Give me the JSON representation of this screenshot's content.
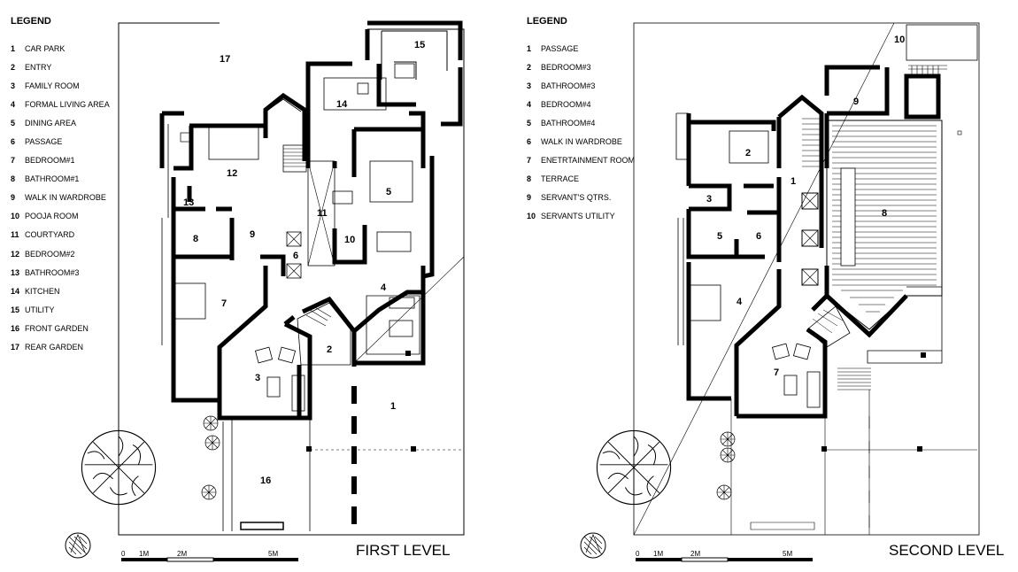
{
  "first_level": {
    "legend_title": "LEGEND",
    "legend": [
      {
        "num": "1",
        "label": "CAR PARK"
      },
      {
        "num": "2",
        "label": "ENTRY"
      },
      {
        "num": "3",
        "label": "FAMILY ROOM"
      },
      {
        "num": "4",
        "label": "FORMAL LIVING AREA"
      },
      {
        "num": "5",
        "label": "DINING AREA"
      },
      {
        "num": "6",
        "label": "PASSAGE"
      },
      {
        "num": "7",
        "label": "BEDROOM#1"
      },
      {
        "num": "8",
        "label": "BATHROOM#1"
      },
      {
        "num": "9",
        "label": "WALK IN WARDROBE"
      },
      {
        "num": "10",
        "label": "POOJA ROOM"
      },
      {
        "num": "11",
        "label": "COURTYARD"
      },
      {
        "num": "12",
        "label": "BEDROOM#2"
      },
      {
        "num": "13",
        "label": "BATHROOM#3"
      },
      {
        "num": "14",
        "label": "KITCHEN"
      },
      {
        "num": "15",
        "label": "UTILITY"
      },
      {
        "num": "16",
        "label": "FRONT  GARDEN"
      },
      {
        "num": "17",
        "label": "REAR GARDEN"
      }
    ],
    "title": "FIRST LEVEL",
    "scale": [
      "0",
      "1M",
      "2M",
      "5M"
    ],
    "room_labels": [
      "1",
      "2",
      "3",
      "4",
      "5",
      "6",
      "7",
      "8",
      "9",
      "10",
      "11",
      "12",
      "13",
      "14",
      "15",
      "16",
      "17"
    ]
  },
  "second_level": {
    "legend_title": "LEGEND",
    "legend": [
      {
        "num": "1",
        "label": "PASSAGE"
      },
      {
        "num": "2",
        "label": "BEDROOM#3"
      },
      {
        "num": "3",
        "label": "BATHROOM#3"
      },
      {
        "num": "4",
        "label": "BEDROOM#4"
      },
      {
        "num": "5",
        "label": "BATHROOM#4"
      },
      {
        "num": "6",
        "label": "WALK IN WARDROBE"
      },
      {
        "num": "7",
        "label": "ENETRTAINMENT ROOM"
      },
      {
        "num": "8",
        "label": "TERRACE"
      },
      {
        "num": "9",
        "label": "SERVANT'S QTRS."
      },
      {
        "num": "10",
        "label": "SERVANTS UTILITY"
      }
    ],
    "title": "SECOND LEVEL",
    "scale": [
      "0",
      "1M",
      "2M",
      "5M"
    ],
    "room_labels": [
      "1",
      "2",
      "3",
      "4",
      "5",
      "6",
      "7",
      "8",
      "9",
      "10"
    ]
  }
}
